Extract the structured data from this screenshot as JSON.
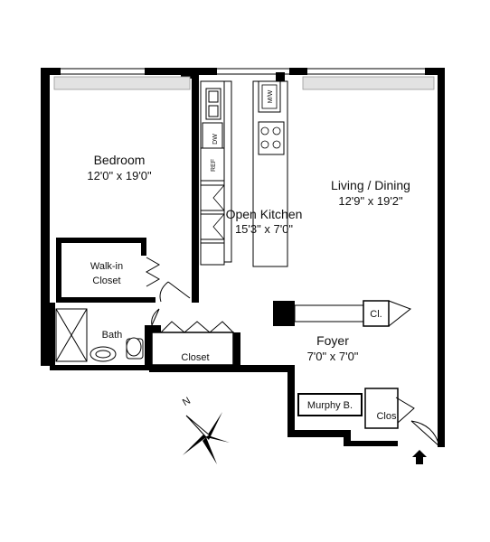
{
  "rooms": {
    "bedroom": {
      "name": "Bedroom",
      "dims": "12'0\" x 19'0\""
    },
    "walkin": {
      "name_line1": "Walk-in",
      "name_line2": "Closet"
    },
    "kitchen": {
      "name": "Open Kitchen",
      "dims": "15'3\" x 7'0\""
    },
    "living": {
      "name": "Living / Dining",
      "dims": "12'9\" x 19'2\""
    },
    "bath": {
      "name": "Bath"
    },
    "closet": {
      "name": "Closet"
    },
    "foyer": {
      "name": "Foyer",
      "dims": "7'0\" x 7'0\""
    },
    "cl": {
      "name": "Cl."
    },
    "murphy": {
      "name": "Murphy B."
    },
    "clos": {
      "name": "Clos."
    }
  },
  "appliances": {
    "dw": "DW",
    "ref": "REF",
    "micro": "M/W"
  },
  "compass": {
    "north": "N"
  }
}
